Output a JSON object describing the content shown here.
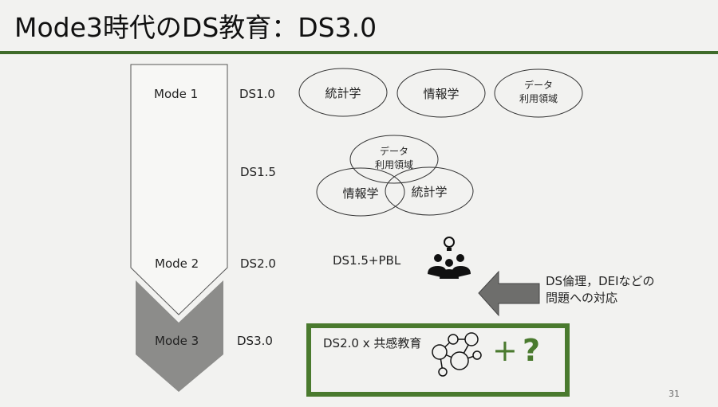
{
  "title": "Mode3時代のDS教育：DS3.0",
  "modes": [
    "Mode 1",
    "Mode 2",
    "Mode 3"
  ],
  "versions": [
    "DS1.0",
    "DS1.5",
    "DS2.0",
    "DS3.0"
  ],
  "ds10_fields": [
    "統計学",
    "情報学",
    "データ\n利用領域"
  ],
  "ds15_fields": {
    "data": "データ\n利用領域",
    "info": "情報学",
    "stats": "統計学"
  },
  "ds20_label": "DS1.5+PBL",
  "arrow_text": "DS倫理，DEIなどの\n問題への対応",
  "ds30_label": "DS2.0 x 共感教育",
  "plus": "+",
  "question": "?",
  "page_number": "31",
  "colors": {
    "accent": "#4a7a2e",
    "gray": "#8c8c8a"
  }
}
